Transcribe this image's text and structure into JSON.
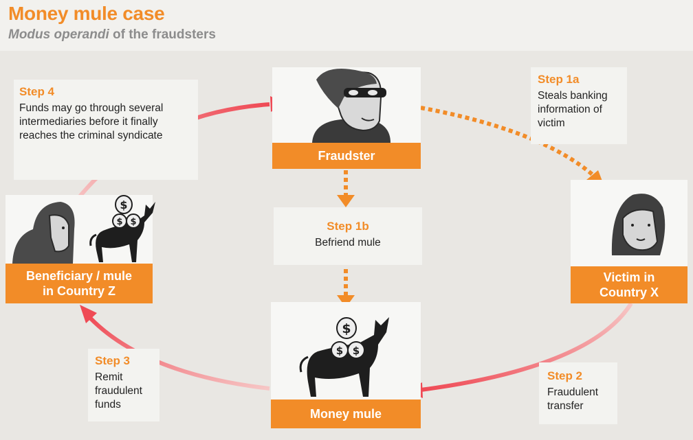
{
  "header": {
    "title": "Money mule case",
    "subtitle_italic": "Modus operandi",
    "subtitle_rest": "of the fraudsters"
  },
  "nodes": {
    "fraudster": "Fraudster",
    "beneficiary": "Beneficiary / mule\nin Country Z",
    "victim": "Victim in\nCountry X",
    "mule": "Money mule"
  },
  "steps": {
    "step4": {
      "title": "Step 4",
      "text": "Funds may go through several intermediaries before it finally reaches the criminal syndicate"
    },
    "step1a": {
      "title": "Step 1a",
      "text": "Steals banking information of victim"
    },
    "step1b": {
      "title": "Step 1b",
      "text": "Befriend mule"
    },
    "step2": {
      "title": "Step 2",
      "text": "Fraudulent transfer"
    },
    "step3": {
      "title": "Step 3",
      "text": "Remit fraudulent funds"
    }
  },
  "colors": {
    "accent": "#f28c28",
    "arrow_red": "#f0505a",
    "background": "#e9e7e3"
  },
  "icons": [
    "masked-fraudster-icon",
    "hooded-man-icon",
    "donkey-icon",
    "money-bag-icon",
    "woman-icon"
  ]
}
